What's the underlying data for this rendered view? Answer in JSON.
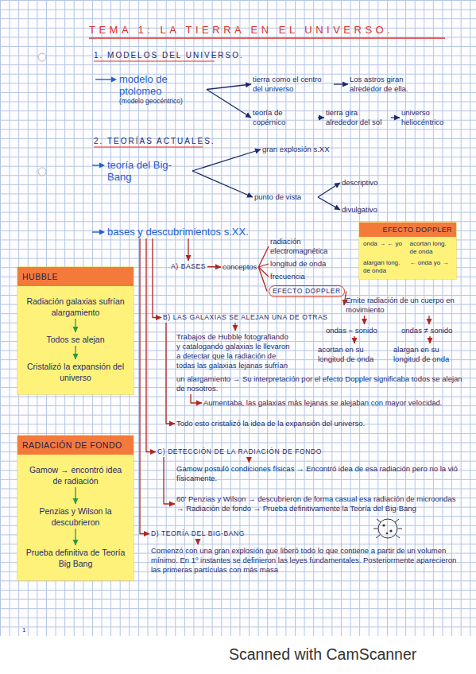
{
  "diagram": {
    "title": "TEMA 1: LA TIERRA EN EL UNIVERSO.",
    "nodes": [
      {
        "text": [
          "modelo de ptolomeo",
          "(modelo geocéntrico)"
        ]
      },
      {
        "text": [
          "tierra como el centro del universo"
        ]
      },
      {
        "text": [
          "Los astros giran alrededor de ella."
        ]
      },
      {
        "text": [
          "teoría de copérnico"
        ]
      },
      {
        "text": [
          "tierra gira alrededor del sol"
        ]
      },
      {
        "text": [
          "universo heliocéntrico"
        ]
      },
      {
        "text": [
          "teoría del Big-Bang"
        ]
      },
      {
        "text": [
          "gran explosión s.XX"
        ]
      },
      {
        "text": [
          "punto de vista"
        ]
      },
      {
        "text": [
          "descriptivo"
        ]
      },
      {
        "text": [
          "divulgativo"
        ]
      },
      {
        "text": [
          "bases y descubrimientos s.XX."
        ]
      },
      {
        "text": [
          "A) BASES"
        ]
      },
      {
        "text": [
          "conceptos"
        ]
      },
      {
        "text": [
          "radiación electromagnética"
        ]
      },
      {
        "text": [
          "longitud de onda"
        ]
      },
      {
        "text": [
          "frecuencia"
        ]
      },
      {
        "text": [
          "EFECTO DOPPLER"
        ]
      },
      {
        "text": [
          "Emite radiación de un cuerpo en movimiento"
        ]
      },
      {
        "text": [
          "ondas = sonido"
        ]
      },
      {
        "text": [
          "ondas ≠ sonido"
        ]
      },
      {
        "text": [
          "acortan en su longitud de onda"
        ]
      },
      {
        "text": [
          "alargan en su longitud de onda"
        ]
      },
      {
        "text": [
          "EFECTO DOPPLER",
          "onda → ← yo",
          "acortan long. de onda",
          "alargan long. de onda",
          "← onda yo →"
        ]
      },
      {
        "text": [
          "HUBBLE"
        ]
      },
      {
        "text": [
          "Radiación galaxias sufrían alargamiento"
        ],
        "in": 24
      },
      {
        "text": [
          "Todos se alejan"
        ],
        "in": 24
      },
      {
        "text": [
          "Cristalizó la expansión del universo"
        ],
        "in": 24
      },
      {
        "text": [
          "RADIACIÓN DE FONDO"
        ]
      },
      {
        "text": [
          "Gamow → encontró idea de radiación"
        ],
        "in": 28
      },
      {
        "text": [
          "Penzias y Wilson la descubrieron"
        ],
        "in": 28
      },
      {
        "text": [
          "Prueba definitiva de Teoría Big Bang"
        ],
        "in": 28
      },
      {
        "text": [
          "B) LAS GALAXIAS SE ALEJAN UNA DE OTRAS"
        ]
      },
      {
        "text": [
          "Trabajos de Hubble fotografiando y catalogando galaxias le llevaron a detectar que la radiación de todas las galaxias lejanas sufrían"
        ]
      },
      {
        "text": [
          "un alargamiento → Su interpretación por el efecto Doppler significaba todos se alejan de nosotros."
        ]
      },
      {
        "text": [
          "Aumentaba, las galaxias más lejanas se alejaban con mayor velocidad."
        ]
      },
      {
        "text": [
          "Todo esto cristalizó la idea de la expansión del universo."
        ]
      },
      {
        "text": [
          "C) DETECCIÓN DE LA RADIACIÓN DE FONDO"
        ]
      },
      {
        "text": [
          "Gamow postuló condiciones físicas → Encontró idea de esa radiación pero no la vió físicamente."
        ]
      },
      {
        "text": [
          "60' Penzias y Wilson → descubrieron de forma casual esa radiación de microondas → Radiación de fondo → Prueba definitivamente la Teoría del Big-Bang"
        ]
      },
      {
        "text": [
          "D) TEORÍA DEL BIG-BANG"
        ]
      },
      {
        "text": [
          "Comenzó con una gran explosión que liberó todo lo que contiene a partir de un volumen mínimo. En 1º instantes se definieron las leyes fundamentales. Posteriormente aparecieron las primeras partículas con más masa"
        ]
      }
    ],
    "edges": [
      {
        "from": 0,
        "to": 1,
        "arrow": "to"
      },
      {
        "from": 1,
        "to": 2,
        "arrow": "to"
      },
      {
        "from": 0,
        "to": 3,
        "arrow": "to"
      },
      {
        "from": 3,
        "to": 4,
        "arrow": "to"
      },
      {
        "from": 4,
        "to": 5,
        "arrow": "to"
      },
      {
        "from": 6,
        "to": 7,
        "arrow": "to"
      },
      {
        "from": 6,
        "to": 8,
        "arrow": "to"
      },
      {
        "from": 8,
        "to": 9,
        "arrow": "to"
      },
      {
        "from": 8,
        "to": 10,
        "arrow": "to"
      },
      {
        "from": 11,
        "to": 12,
        "arrow": "to"
      },
      {
        "from": 12,
        "to": 13,
        "arrow": "to"
      },
      {
        "from": 13,
        "to": 14,
        "arrow": "none"
      },
      {
        "from": 13,
        "to": 15,
        "arrow": "none"
      },
      {
        "from": 13,
        "to": 16,
        "arrow": "none"
      },
      {
        "from": 13,
        "to": 17,
        "arrow": "none"
      },
      {
        "from": 17,
        "to": 18,
        "arrow": "to"
      },
      {
        "from": 18,
        "to": 19,
        "arrow": "to"
      },
      {
        "from": 18,
        "to": 20,
        "arrow": "to"
      },
      {
        "from": 19,
        "to": 21,
        "arrow": "to"
      },
      {
        "from": 20,
        "to": 22,
        "arrow": "to"
      },
      {
        "from": 11,
        "to": 32,
        "arrow": "to"
      },
      {
        "from": 32,
        "to": 33,
        "arrow": "to"
      },
      {
        "from": 34,
        "to": 35,
        "arrow": "to"
      },
      {
        "from": 32,
        "to": 36,
        "arrow": "to"
      },
      {
        "from": 11,
        "to": 37,
        "arrow": "to"
      },
      {
        "from": 37,
        "to": 38,
        "arrow": "to"
      },
      {
        "from": 37,
        "to": 39,
        "arrow": "to"
      },
      {
        "from": 11,
        "to": 40,
        "arrow": "to"
      },
      {
        "from": 40,
        "to": 41,
        "arrow": "to"
      },
      {
        "from": 25,
        "to": 26,
        "arrow": "to"
      },
      {
        "from": 26,
        "to": 27,
        "arrow": "to"
      },
      {
        "from": 29,
        "to": 30,
        "arrow": "to"
      },
      {
        "from": 30,
        "to": 31,
        "arrow": "to"
      }
    ],
    "labels": [
      "1. MODELOS DEL UNIVERSO.",
      "2. TEORÍAS ACTUALES.",
      "1",
      "Scanned with CamScanner"
    ]
  }
}
